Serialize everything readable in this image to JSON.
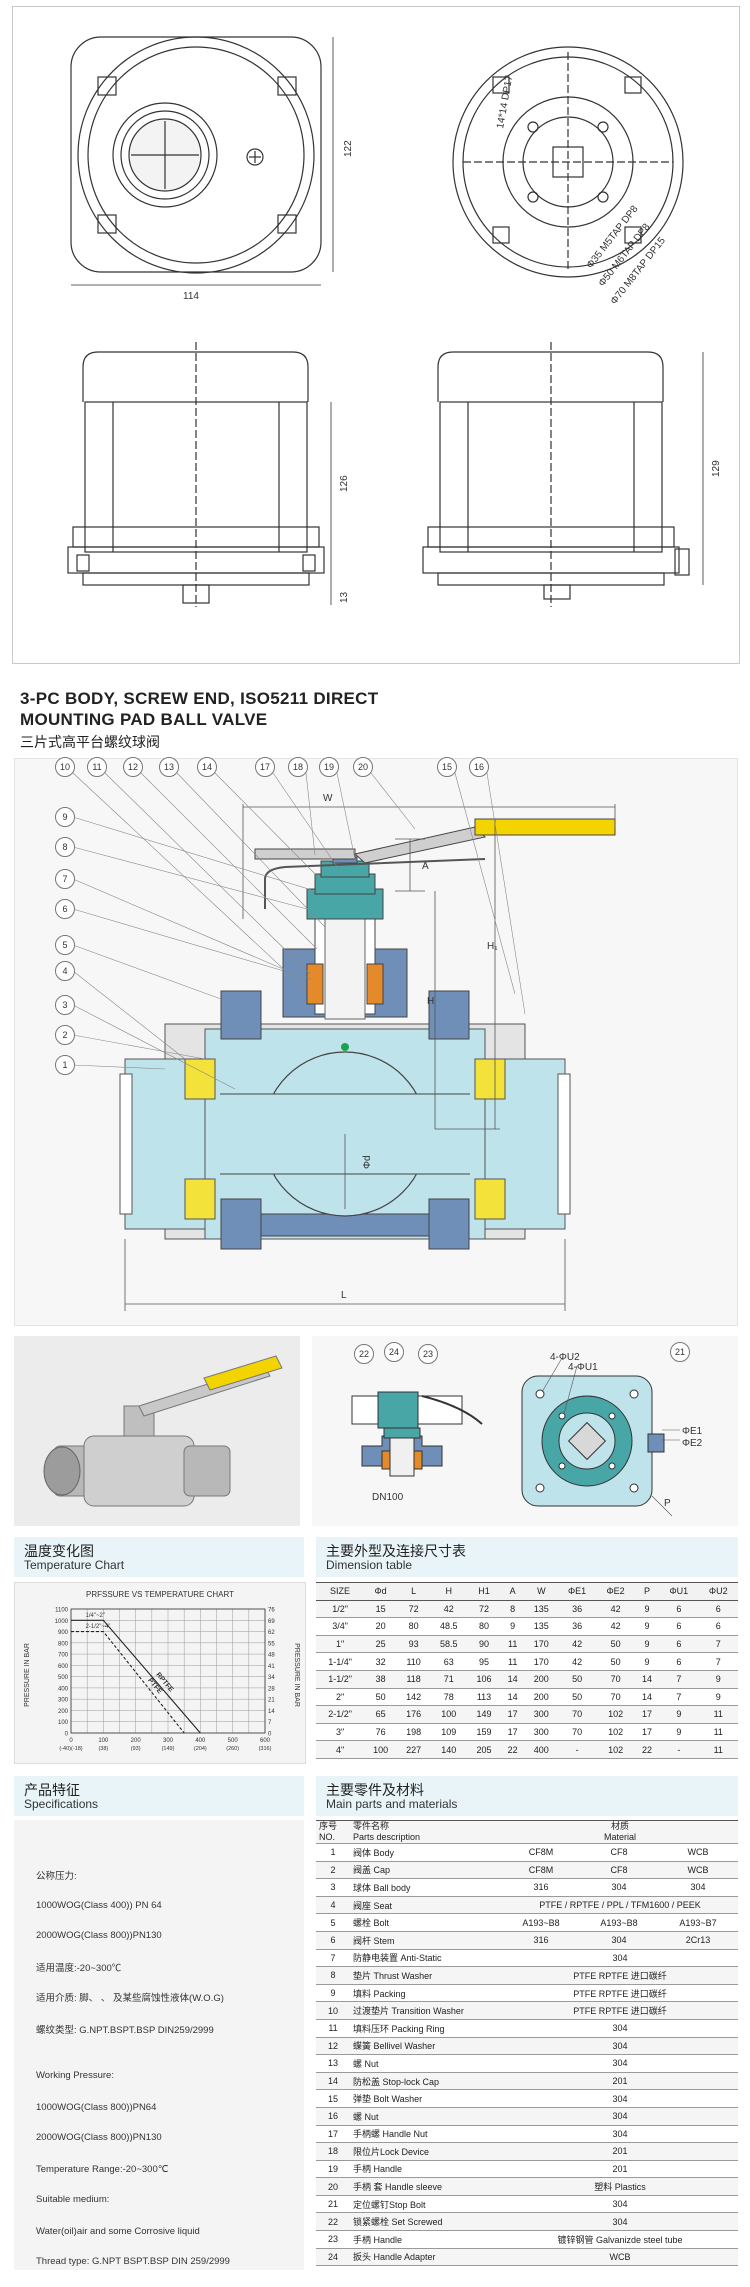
{
  "drawings": {
    "top_width": "114",
    "top_height": "122",
    "pad_square": "14*14 DP17",
    "pad_holes": [
      "Φ35 M5TAP DP8",
      "Φ50 M6TAP DP8",
      "Φ70 M8TAP DP15"
    ],
    "side_height_left": "126",
    "side_base_left": "13",
    "side_height_right": "129"
  },
  "product": {
    "title_line1": "3-PC BODY, SCREW END, ISO5211 DIRECT",
    "title_line2": "MOUNTING PAD BALL VALVE",
    "title_cn": "三片式高平台螺纹球阀"
  },
  "section_drawing": {
    "callouts_top": [
      "10",
      "11",
      "12",
      "13",
      "14",
      "17",
      "18",
      "19",
      "20",
      "15",
      "16"
    ],
    "callouts_left": [
      "9",
      "8",
      "7",
      "6",
      "5",
      "4",
      "3",
      "2",
      "1"
    ],
    "dim_labels": {
      "W": "W",
      "A": "A",
      "H": "H",
      "H1": "H₁",
      "D": "Φd",
      "L": "L"
    }
  },
  "detail": {
    "callouts": [
      "22",
      "24",
      "23",
      "21"
    ],
    "dn_label": "DN100",
    "labels": {
      "u2": "4-ΦU2",
      "u1": "4-ΦU1",
      "e1": "ΦE1",
      "e2": "ΦE2",
      "p": "P"
    }
  },
  "temp_chart": {
    "title_cn": "温度变化图",
    "title_en": "Temperature Chart"
  },
  "chart_data": {
    "type": "line",
    "title": "PRFSSURE VS TEMPERATURE CHART",
    "ylabel": "PRESSURE IN BAR",
    "ylabel_right": "PRESSURE IN BAR",
    "y_ticks_left": [
      "1100",
      "1000",
      "900",
      "800",
      "700",
      "600",
      "500",
      "400",
      "300",
      "200",
      "100",
      "0"
    ],
    "y_ticks_right": [
      "76",
      "69",
      "62",
      "55",
      "48",
      "41",
      "34",
      "28",
      "21",
      "14",
      "7",
      "0"
    ],
    "x_ticks": [
      "0",
      "100",
      "200",
      "300",
      "400",
      "500",
      "600"
    ],
    "x_ticks_c": [
      "(-40)(-18)",
      "(38)",
      "(93)",
      "(149)",
      "(204)",
      "(260)",
      "(316)"
    ],
    "ylim": [
      0,
      1100
    ],
    "xlim": [
      0,
      600
    ],
    "annotations": [
      "1/4\"~2\"",
      "2-1/2\"~4\""
    ],
    "series": [
      {
        "name": "RPTFE",
        "x": [
          0,
          100,
          400
        ],
        "y": [
          1000,
          1000,
          0
        ]
      },
      {
        "name": "PTFE",
        "x": [
          0,
          100,
          350
        ],
        "y": [
          900,
          900,
          0
        ]
      }
    ]
  },
  "dims_table": {
    "title_cn": "主要外型及连接尺寸表",
    "title_en": "Dimension table",
    "headers": [
      "SIZE",
      "Φd",
      "L",
      "H",
      "H1",
      "A",
      "W",
      "ΦE1",
      "ΦE2",
      "P",
      "ΦU1",
      "ΦU2"
    ],
    "rows": [
      [
        "1/2\"",
        "15",
        "72",
        "42",
        "72",
        "8",
        "135",
        "36",
        "42",
        "9",
        "6",
        "6"
      ],
      [
        "3/4\"",
        "20",
        "80",
        "48.5",
        "80",
        "9",
        "135",
        "36",
        "42",
        "9",
        "6",
        "6"
      ],
      [
        "1\"",
        "25",
        "93",
        "58.5",
        "90",
        "11",
        "170",
        "42",
        "50",
        "9",
        "6",
        "7"
      ],
      [
        "1-1/4\"",
        "32",
        "110",
        "63",
        "95",
        "11",
        "170",
        "42",
        "50",
        "9",
        "6",
        "7"
      ],
      [
        "1-1/2\"",
        "38",
        "118",
        "71",
        "106",
        "14",
        "200",
        "50",
        "70",
        "14",
        "7",
        "9"
      ],
      [
        "2\"",
        "50",
        "142",
        "78",
        "113",
        "14",
        "200",
        "50",
        "70",
        "14",
        "7",
        "9"
      ],
      [
        "2-1/2\"",
        "65",
        "176",
        "100",
        "149",
        "17",
        "300",
        "70",
        "102",
        "17",
        "9",
        "11"
      ],
      [
        "3\"",
        "76",
        "198",
        "109",
        "159",
        "17",
        "300",
        "70",
        "102",
        "17",
        "9",
        "11"
      ],
      [
        "4\"",
        "100",
        "227",
        "140",
        "205",
        "22",
        "400",
        "-",
        "102",
        "22",
        "-",
        "11"
      ]
    ]
  },
  "specs": {
    "title_cn": "产品特征",
    "title_en": "Specifications",
    "lines": [
      "公称压力:",
      "1000WOG(Class 400)) PN 64",
      "2000WOG(Class 800))PN130",
      "适用温度:-20~300℃",
      "适用介质: 脚、  、 及某些腐蚀性液体(W.O.G)",
      "螺纹类型: G.NPT.BSPT.BSP DIN259/2999",
      "Working Pressure:",
      "1000WOG(Class 800))PN64",
      "2000WOG(Class 800))PN130",
      "Temperature Range:-20~300℃",
      "Suitable medium:",
      "Water(oil)air and some Corrosive liquid",
      "Thread type: G.NPT BSPT.BSP DIN 259/2999"
    ]
  },
  "parts": {
    "title_cn": "主要零件及材料",
    "title_en": "Main parts and materials",
    "head": {
      "no_cn": "序号",
      "no_en": "NO.",
      "name_cn": "零件名称",
      "name_en": "Parts  description",
      "mat_cn": "材质",
      "mat_en": "Material"
    },
    "rows": [
      {
        "no": "1",
        "name": "阀体 Body",
        "m": [
          "CF8M",
          "CF8",
          "WCB"
        ]
      },
      {
        "no": "2",
        "name": "阀盖 Cap",
        "m": [
          "CF8M",
          "CF8",
          "WCB"
        ]
      },
      {
        "no": "3",
        "name": "球体 Ball body",
        "m": [
          "316",
          "304",
          "304"
        ]
      },
      {
        "no": "4",
        "name": "阀座 Seat",
        "all": "PTFE / RPTFE / PPL / TFM1600 / PEEK"
      },
      {
        "no": "5",
        "name": "螺栓 Bolt",
        "m": [
          "A193~B8",
          "A193~B8",
          "A193~B7"
        ]
      },
      {
        "no": "6",
        "name": "阀杆 Stem",
        "m": [
          "316",
          "304",
          "2Cr13"
        ]
      },
      {
        "no": "7",
        "name": "防静电装置 Anti-Static",
        "all": "304"
      },
      {
        "no": "8",
        "name": "垫片 Thrust Washer",
        "all": "PTFE  RPTFE 进口碳纤"
      },
      {
        "no": "9",
        "name": "填料 Packing",
        "all": "PTFE RPTFE 进口碳纤"
      },
      {
        "no": "10",
        "name": "过渡垫片 Transition Washer",
        "all": "PTFE  RPTFE 进口碳纤"
      },
      {
        "no": "11",
        "name": "填料压环 Packing Ring",
        "all": "304"
      },
      {
        "no": "12",
        "name": "蝶簧 Bellivel Washer",
        "all": "304"
      },
      {
        "no": "13",
        "name": "螺    Nut",
        "all": "304"
      },
      {
        "no": "14",
        "name": "防松盖 Stop-lock Cap",
        "all": "201"
      },
      {
        "no": "15",
        "name": "弹垫 Bolt Washer",
        "all": "304"
      },
      {
        "no": "16",
        "name": "螺    Nut",
        "all": "304"
      },
      {
        "no": "17",
        "name": "手柄螺    Handle Nut",
        "all": "304"
      },
      {
        "no": "18",
        "name": "限位片Lock Device",
        "all": "201"
      },
      {
        "no": "19",
        "name": "手柄 Handle",
        "all": "201"
      },
      {
        "no": "20",
        "name": "手柄 套 Handle sleeve",
        "all": "塑料 Plastics"
      },
      {
        "no": "21",
        "name": "定位螺钉Stop Bolt",
        "all": "304"
      },
      {
        "no": "22",
        "name": "锁紧螺栓 Set Screwed",
        "all": "304"
      },
      {
        "no": "23",
        "name": "手柄 Handle",
        "all": "镀锌钢管 Galvanizde steel tube"
      },
      {
        "no": "24",
        "name": "扳头 Handle Adapter",
        "all": "WCB"
      }
    ]
  },
  "colors": {
    "accent_bar": "#e8f4f8",
    "cyan_body": "#bfe3ea",
    "blue_part": "#6f8fb8",
    "teal_part": "#48a6a6",
    "yellow_seat": "#f2e23a",
    "orange_packing": "#e58a2a",
    "handle_yellow": "#f3d400"
  }
}
